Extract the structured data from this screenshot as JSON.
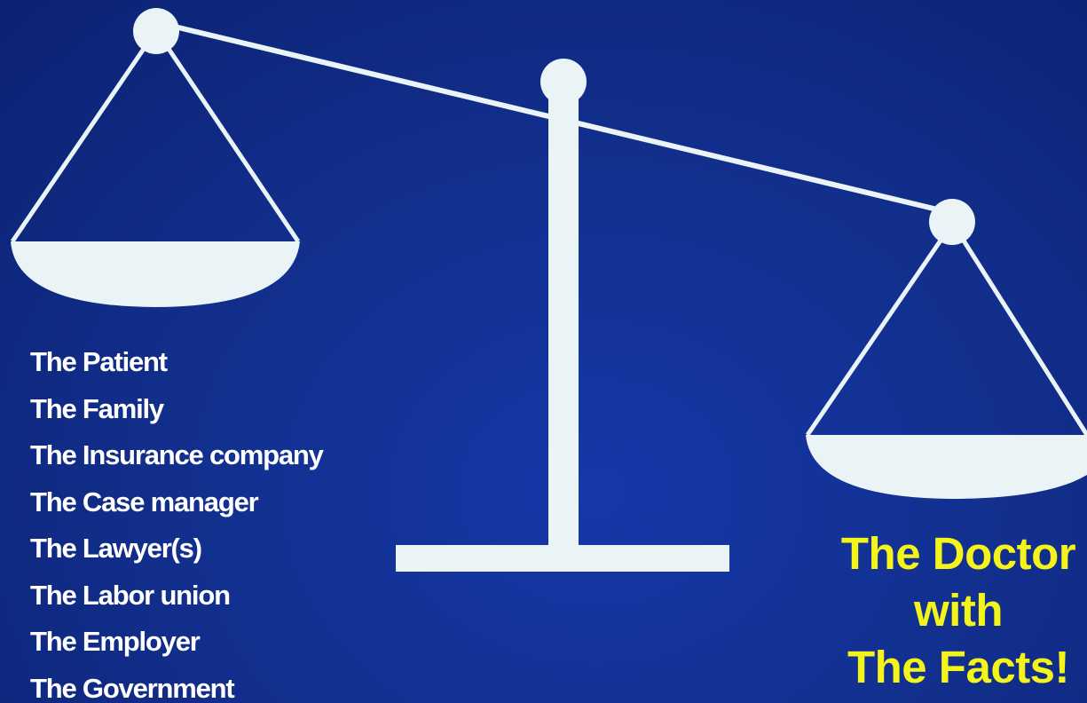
{
  "colors": {
    "background": "#12308f",
    "scale": "#eaf4f6",
    "list_text": "#ffffff",
    "caption_text": "#f4f41a"
  },
  "left_pan_items": [
    "The Patient",
    "The Family",
    "The Insurance company",
    "The Case manager",
    "The Lawyer(s)",
    "The Labor union",
    "The Employer",
    "The Government"
  ],
  "right_pan_caption": {
    "line1": "The Doctor",
    "line2": "with",
    "line3": "The Facts!"
  }
}
